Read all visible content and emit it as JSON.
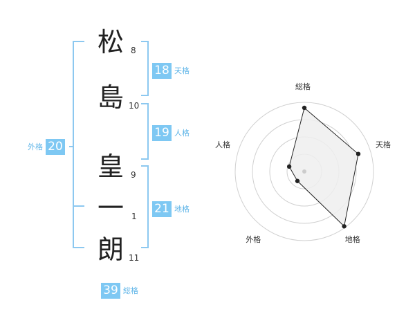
{
  "colors": {
    "accent": "#7ec8f3",
    "accent_text": "#5fb5e8",
    "bracket": "#8cc8f0",
    "radar_fill": "#eeeeee"
  },
  "name": {
    "characters": [
      {
        "char": "松",
        "strokes": "8"
      },
      {
        "char": "島",
        "strokes": "10"
      },
      {
        "char": "皇",
        "strokes": "9"
      },
      {
        "char": "一",
        "strokes": "1"
      },
      {
        "char": "朗",
        "strokes": "11"
      }
    ]
  },
  "scores": {
    "tenkaku": {
      "label": "天格",
      "value": "18"
    },
    "jinkaku": {
      "label": "人格",
      "value": "19"
    },
    "chikaku": {
      "label": "地格",
      "value": "21"
    },
    "gaikaku": {
      "label": "外格",
      "value": "20"
    },
    "soukaku": {
      "label": "総格",
      "value": "39"
    }
  },
  "chart_data": {
    "type": "radar",
    "axes": [
      "総格",
      "天格",
      "地格",
      "外格",
      "人格"
    ],
    "rings": 4,
    "values": [
      0.92,
      0.82,
      0.98,
      0.17,
      0.23
    ],
    "range": [
      0,
      1
    ]
  }
}
